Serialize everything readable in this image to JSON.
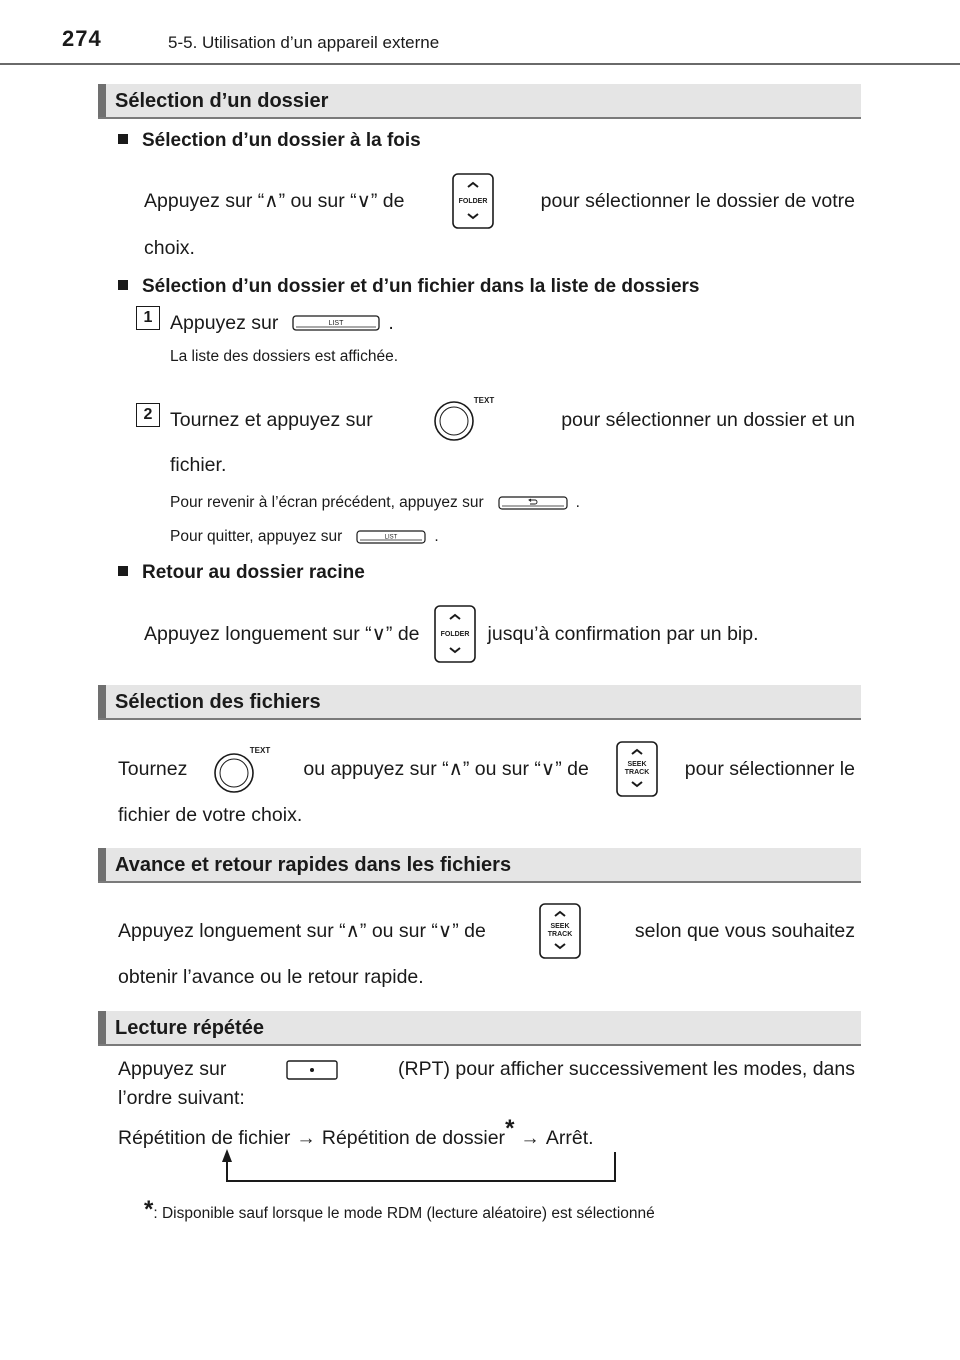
{
  "header": {
    "page_number": "274",
    "running_title": "5-5. Utilisation d’un appareil externe"
  },
  "sections": {
    "folder": {
      "title": "Sélection d’un dossier",
      "sub1": {
        "title": "Sélection d’un dossier à la fois",
        "line1_a": "Appuyez sur “∧” ou sur “∨” de",
        "line1_b": "pour sélectionner le dossier de votre",
        "line2": "choix."
      },
      "sub2": {
        "title": "Sélection d’un dossier et d’un fichier dans la liste de dossiers",
        "step1_num": "1",
        "step1_a": "Appuyez sur",
        "step1_b": ".",
        "step1_note": "La liste des dossiers est affichée.",
        "step2_num": "2",
        "step2_a": "Tournez et appuyez sur",
        "step2_b": "pour sélectionner un dossier et un",
        "step2_c": "fichier.",
        "note_back_a": "Pour revenir à l’écran précédent, appuyez sur",
        "note_back_b": ".",
        "note_quit_a": "Pour quitter, appuyez sur",
        "note_quit_b": "."
      },
      "sub3": {
        "title": "Retour au dossier racine",
        "line_a": "Appuyez longuement sur “∨” de",
        "line_b": "jusqu’à confirmation par un bip."
      }
    },
    "files": {
      "title": "Sélection des fichiers",
      "line1_a": "Tournez",
      "line1_b": "ou appuyez sur “∧” ou sur “∨” de",
      "line1_c": "pour sélectionner le",
      "line2": "fichier de votre choix."
    },
    "fast": {
      "title": "Avance et retour rapides dans les fichiers",
      "line1_a": "Appuyez longuement sur “∧” ou sur “∨” de",
      "line1_b": "selon que vous souhaitez",
      "line2": "obtenir l’avance ou le retour rapide."
    },
    "repeat": {
      "title": "Lecture répétée",
      "line1_a": "Appuyez sur",
      "line1_b": "(RPT) pour afficher successivement les modes, dans",
      "line2": "l’ordre suivant:",
      "seq_a": "Répétition de fichier",
      "seq_arrow": "→",
      "seq_b": "Répétition de dossier",
      "seq_star": "*",
      "seq_c": "Arrêt.",
      "footnote_star": "*",
      "footnote": ": Disponible sauf lorsque le mode RDM (lecture aléatoire) est sélectionné"
    }
  },
  "icons": {
    "folder_button_label": "FOLDER",
    "list_button_label": "LIST",
    "text_knob_label": "TEXT",
    "seek_track_label_1": "SEEK",
    "seek_track_label_2": "TRACK"
  }
}
